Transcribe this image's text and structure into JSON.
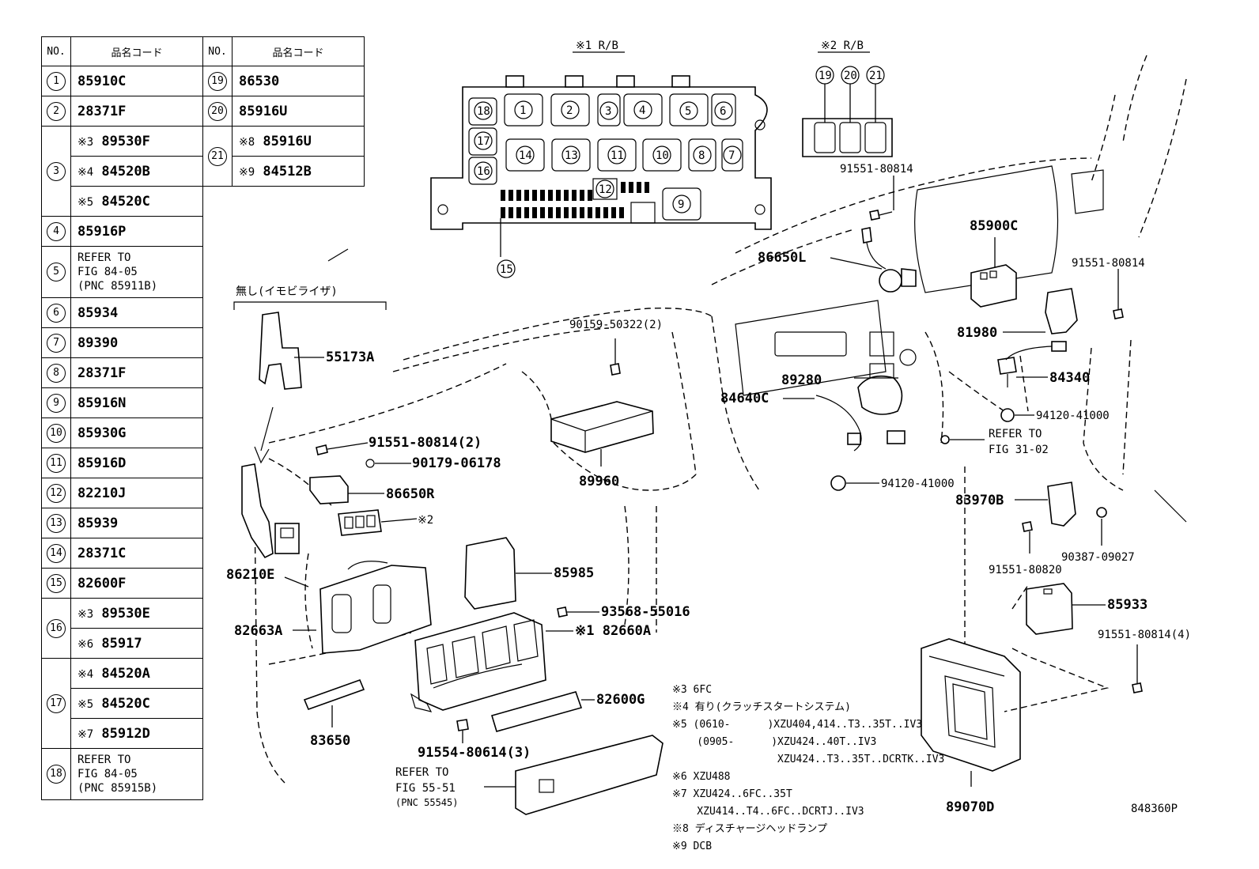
{
  "table": {
    "header": {
      "no": "NO.",
      "code": "品名コード"
    },
    "rows": [
      {
        "no": "1",
        "code": "85910C"
      },
      {
        "no": "2",
        "code": "28371F"
      },
      {
        "no": "3",
        "sub": [
          {
            "mark": "※3",
            "code": "89530F"
          },
          {
            "mark": "※4",
            "code": "84520B"
          },
          {
            "mark": "※5",
            "code": "84520C"
          }
        ]
      },
      {
        "no": "4",
        "code": "85916P"
      },
      {
        "no": "5",
        "ref": "REFER TO\nFIG 84-05\n(PNC 85911B)"
      },
      {
        "no": "6",
        "code": "85934"
      },
      {
        "no": "7",
        "code": "89390"
      },
      {
        "no": "8",
        "code": "28371F"
      },
      {
        "no": "9",
        "code": "85916N"
      },
      {
        "no": "10",
        "code": "85930G"
      },
      {
        "no": "11",
        "code": "85916D"
      },
      {
        "no": "12",
        "code": "82210J"
      },
      {
        "no": "13",
        "code": "85939"
      },
      {
        "no": "14",
        "code": "28371C"
      },
      {
        "no": "15",
        "code": "82600F"
      },
      {
        "no": "16",
        "sub": [
          {
            "mark": "※3",
            "code": "89530E"
          },
          {
            "mark": "※6",
            "code": "85917"
          }
        ]
      },
      {
        "no": "17",
        "sub": [
          {
            "mark": "※4",
            "code": "84520A"
          },
          {
            "mark": "※5",
            "code": "84520C"
          },
          {
            "mark": "※7",
            "code": "85912D"
          }
        ]
      },
      {
        "no": "18",
        "ref": "REFER TO\nFIG 84-05\n(PNC 85915B)"
      }
    ],
    "rows2": [
      {
        "no": "19",
        "code": "86530"
      },
      {
        "no": "20",
        "code": "85916U"
      },
      {
        "no": "21",
        "sub": [
          {
            "mark": "※8",
            "code": "85916U"
          },
          {
            "mark": "※9",
            "code": "84512B"
          }
        ]
      }
    ]
  },
  "rb1": {
    "title": "※1 R/B",
    "slots_row1": [
      "18",
      "1",
      "2",
      "3",
      "4",
      "5",
      "6"
    ],
    "slots_row2": [
      "17",
      "14",
      "13",
      "11",
      "10",
      "8",
      "7"
    ],
    "slot16": "16",
    "slot12": "12",
    "slot9": "9",
    "slot15": "15"
  },
  "rb2": {
    "title": "※2 R/B",
    "slots": [
      "19",
      "20",
      "21"
    ]
  },
  "immobilizer_label": "無し(イモビライザ)",
  "parts": {
    "p55173A": "55173A",
    "p91551_80814_2": "91551-80814(2)",
    "p90179_06178": "90179-06178",
    "p86650R": "86650R",
    "p_rb2_mark": "※2",
    "p86210E": "86210E",
    "p82663A": "82663A",
    "p83650": "83650",
    "p91554_80614_3": "91554-80614(3)",
    "p82600G": "82600G",
    "p82660A": "※1 82660A",
    "p85985": "85985",
    "p93568_55016": "93568-55016",
    "p90159_50322_2": "90159-50322(2)",
    "p89960": "89960",
    "p91551_80814_a": "91551-80814",
    "p86650L": "86650L",
    "p85900C": "85900C",
    "p91551_80814_b": "91551-80814",
    "p81980": "81980",
    "p84340": "84340",
    "p89280": "89280",
    "p84640C": "84640C",
    "p94120_41000_a": "94120-41000",
    "p94120_41000_b": "94120-41000",
    "p_refer_31_02": "REFER TO\nFIG 31-02",
    "p83970B": "83970B",
    "p91551_80820": "91551-80820",
    "p90387_09027": "90387-09027",
    "p85933": "85933",
    "p91551_80814_4": "91551-80814(4)",
    "p89070D": "89070D",
    "p_refer_55_51": "REFER TO\nFIG 55-51\n(PNC 55545)",
    "fig_no": "848360P"
  },
  "notes": [
    "※3 6FC",
    "※4 有り(クラッチスタートシステム)",
    "※5 (0610-      )XZU404,414..T3..35T..IV3",
    "    (0905-      )XZU424..40T..IV3",
    "                 XZU424..T3..35T..DCRTK..IV3",
    "※6 XZU488",
    "※7 XZU424..6FC..35T",
    "    XZU414..T4..6FC..DCRTJ..IV3",
    "※8 ディスチャージヘッドランプ",
    "※9 DCB"
  ]
}
